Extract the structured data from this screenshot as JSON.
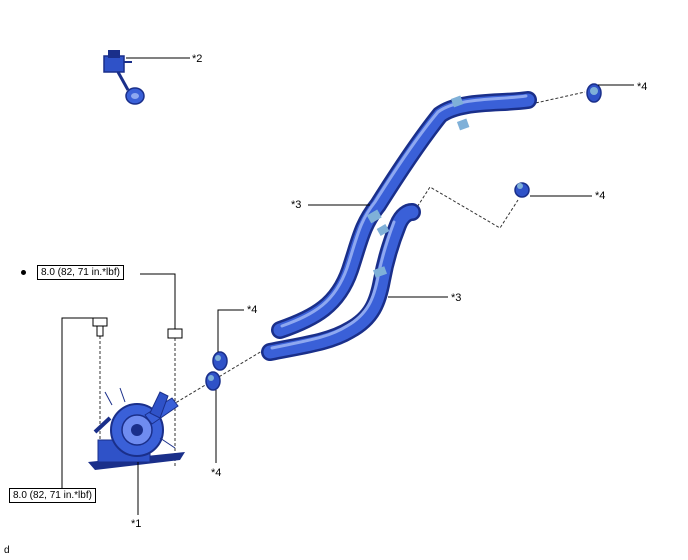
{
  "callouts": {
    "c1": "*1",
    "c2": "*2",
    "c3a": "*3",
    "c3b": "*3",
    "c4a": "*4",
    "c4b": "*4",
    "c4c": "*4",
    "c4d": "*4"
  },
  "torque": {
    "top": "8.0 (82, 71 in.*lbf)",
    "bottom": "8.0 (82, 71 in.*lbf)"
  },
  "figure_code": "d",
  "colors": {
    "part_blue": "#2f52c8",
    "part_dark": "#1a2f8a",
    "part_light": "#8ea8f0"
  }
}
